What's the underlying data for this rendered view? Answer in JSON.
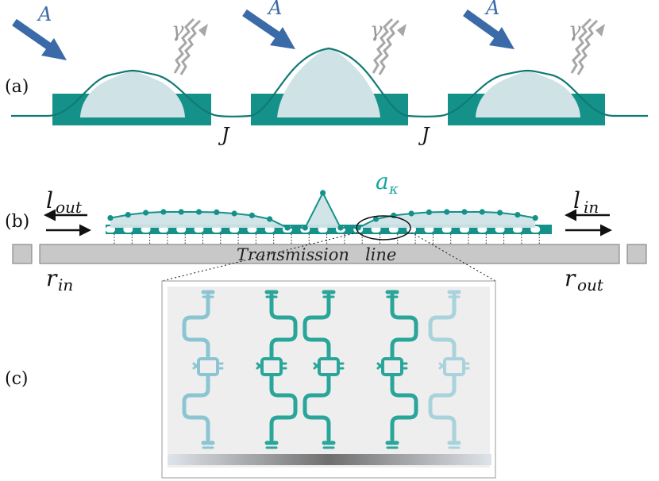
{
  "panel_labels": {
    "a": "(a)",
    "b": "(b)",
    "c": "(c)"
  },
  "symbols": {
    "drive": "A",
    "decay": "γ",
    "coupling": "J",
    "mode_base": "a",
    "mode_sub": "κ",
    "l_out_base": "l",
    "l_out_sub": "out",
    "l_in_base": "l",
    "l_in_sub": "in",
    "r_in_base": "r",
    "r_in_sub": "in",
    "r_out_base": "r",
    "r_out_sub": "out"
  },
  "transmission_line_label": "Transmission   line",
  "icons": [
    "drive-arrow-icon",
    "photon-emission-icon",
    "port-arrow-icon",
    "transmon-qubit-icon"
  ],
  "colors": {
    "teal": "#14928a",
    "teal_dark": "#0f6f69",
    "teal_fill": "#cfe3e6",
    "drive_blue": "#3a6aa8",
    "photon_gray": "#a7a7a7",
    "line_gray": "#c8c8c8",
    "qubit_light": "#8cc5d2",
    "qubit_mid": "#2aa59a"
  },
  "mode_profile": [
    0.62,
    0.82,
    0.95,
    1.0,
    1.0,
    1.0,
    0.98,
    0.9,
    0.78,
    0.55,
    0.0,
    0.0,
    2.2,
    0.0,
    0.0,
    0.55,
    0.78,
    0.9,
    0.98,
    1.0,
    1.0,
    1.0,
    0.95,
    0.82,
    0.62
  ]
}
